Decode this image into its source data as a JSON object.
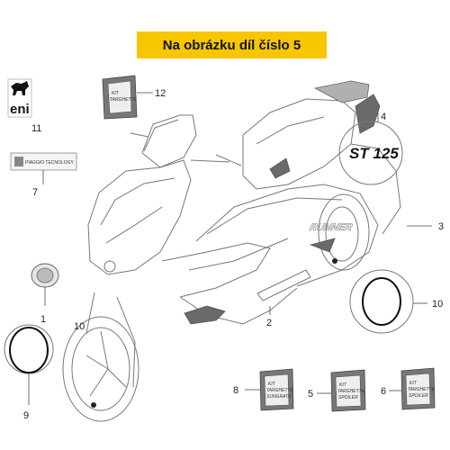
{
  "banner": {
    "text": "Na obrázku díl číslo 5"
  },
  "callouts": {
    "c1": "1",
    "c2": "2",
    "c3": "3",
    "c4": "4",
    "c5": "5",
    "c6": "6",
    "c7": "7",
    "c8": "8",
    "c9": "9",
    "c10a": "10",
    "c10b": "10",
    "c11": "11",
    "c12": "12"
  },
  "decals": {
    "eni_logo": "eni",
    "st125": "ST 125",
    "runner": "RUNNER",
    "piaggio": "PIAGGIO TECNOLOGY",
    "kit_line1": "KIT",
    "kit_line2": "TARGHETTE",
    "kit8_line3": "SUNGRATA",
    "kit5_line3": "SPOILER",
    "kit6_line3": "SPOILER"
  },
  "colors": {
    "banner": "#f7c600"
  }
}
